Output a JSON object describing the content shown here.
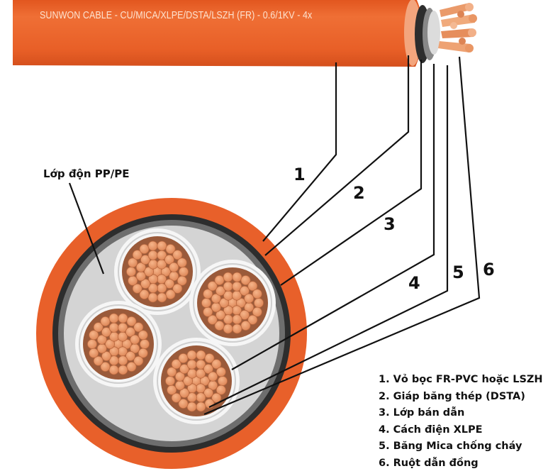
{
  "cable_print": "SUNWON CABLE - CU/MICA/XLPE/DSTA/LSZH (FR) - 0.6/1KV - 4x",
  "filler_label": "Lớp độn PP/PE",
  "callouts": [
    "1",
    "2",
    "3",
    "4",
    "5",
    "6"
  ],
  "legend": [
    "1. Vỏ bọc FR-PVC hoặc LSZH",
    "2. Giáp băng thép (DSTA)",
    "3. Lớp bán dẫn",
    "4. Cách điện XLPE",
    "5. Băng Mica chống cháy",
    "6. Ruột dẫn đồng"
  ],
  "colors": {
    "outer_sheath": "#e8602a",
    "steel_armour": "#2d2d2d",
    "semiconductor": "#6e6e6e",
    "filler": "#d4d4d4",
    "xlpe_insulation": "#eeeeee",
    "copper": "#e99664"
  }
}
